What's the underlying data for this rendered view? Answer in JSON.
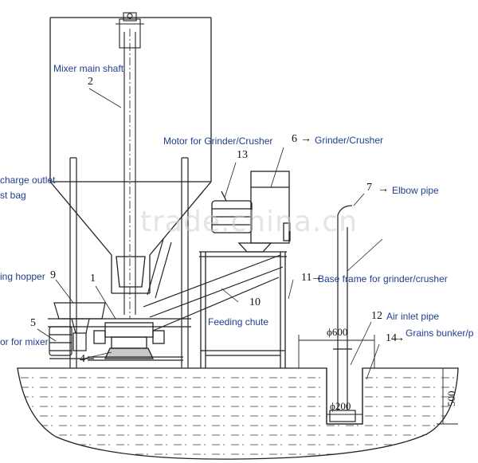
{
  "colors": {
    "line": "#222222",
    "label": "#1f3f8c",
    "water": "#6a6a6a",
    "watermark": "#cfcfcf"
  },
  "labels": {
    "mixer_main_shaft": "Mixer main shaft",
    "motor_grinder": "Motor for Grinder/Crusher",
    "grinder": "Grinder/Crusher",
    "discharge_outlet": "charge outlet",
    "dust_bag": "st bag",
    "elbow_pipe": "Elbow pipe",
    "feeding_hopper": "ing hopper",
    "base_frame": "Base frame for grinder/crusher",
    "feeding_chute": "Feeding chute",
    "air_inlet_pipe": "Air inlet pipe",
    "grains_bunker": "Grains bunker/p",
    "motor_mixer": "or for mixer"
  },
  "numbers": {
    "n1": "1",
    "n2": "2",
    "n4": "4",
    "n5": "5",
    "n6": "6",
    "n7": "7",
    "n9": "9",
    "n10": "10",
    "n11": "11",
    "n12": "12",
    "n13": "13",
    "n14": "14"
  },
  "arrows": {
    "right": "→"
  },
  "dimensions": {
    "d600": "ϕ600",
    "d200": "ϕ200",
    "h500": "500"
  },
  "watermark": "trade.china.cn"
}
